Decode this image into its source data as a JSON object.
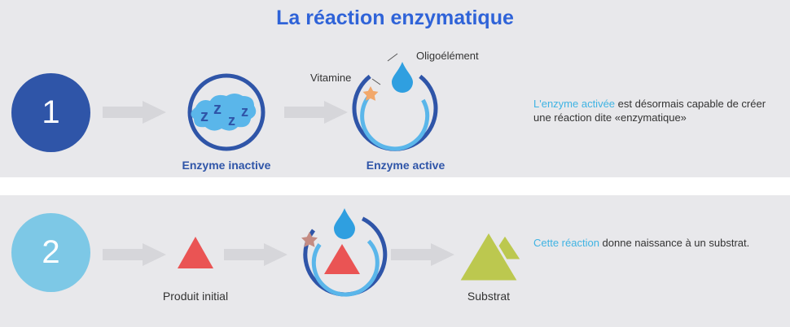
{
  "title": "La réaction enzymatique",
  "step1": {
    "number": "1",
    "inactive_label": "Enzyme inactive",
    "active_label": "Enzyme active",
    "vitamin_label": "Vitamine",
    "trace_label": "Oligoélément",
    "desc_highlight": "L'enzyme activée",
    "desc_rest": " est désormais capable de créer une réaction dite «enzymatique»"
  },
  "step2": {
    "number": "2",
    "initial_label": "Produit initial",
    "substrate_label": "Substrat",
    "desc_highlight": "Cette réaction",
    "desc_rest": " donne naissance à un substrat."
  },
  "colors": {
    "dark_blue": "#2f55a8",
    "light_blue": "#7dc8e6",
    "drop_blue": "#2f9fe0",
    "star_orange": "#f2a86b",
    "star_mauve": "#c48c83",
    "triangle_red": "#ea5454",
    "substrate_green": "#bcc84f",
    "arrow_gray": "#d6d6da",
    "title_blue": "#2f63d8"
  },
  "icons": [
    "sleeping-zzz-icon",
    "water-drop-icon",
    "star-icon",
    "triangle-icon"
  ]
}
